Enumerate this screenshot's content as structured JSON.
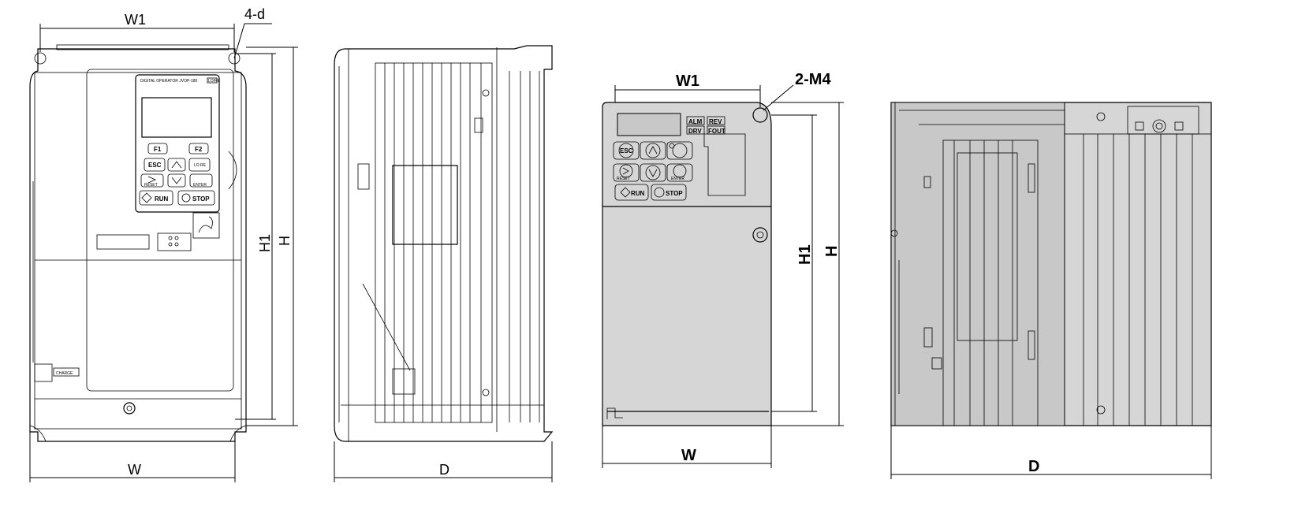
{
  "views": {
    "large_front": {
      "dims": {
        "w1": "W1",
        "holes": "4-d",
        "h1": "H1",
        "h": "H",
        "w": "W"
      },
      "operator": {
        "model_text": "DIGITAL OPERATOR JVOP-180",
        "badge": "LO/RE",
        "keys": {
          "f1": "F1",
          "f2": "F2",
          "esc": "ESC",
          "lo_re": "LO RE",
          "reset": "RESET",
          "enter": "ENTER",
          "run": "RUN",
          "stop": "STOP"
        }
      },
      "charge_label": "CHARGE"
    },
    "large_side": {
      "dims": {
        "d": "D"
      }
    },
    "small_front": {
      "dims": {
        "w1": "W1",
        "holes": "2-M4",
        "h1": "H1",
        "h": "H",
        "w": "W"
      },
      "leds": {
        "alm": "ALM",
        "rev": "REV",
        "drv": "DRV",
        "fout": "FOUT"
      },
      "keys": {
        "esc": "ESC",
        "reset": "RESET",
        "enter": "ENTER",
        "run": "RUN",
        "stop": "STOP"
      }
    },
    "small_side": {
      "dims": {
        "d": "D"
      }
    }
  },
  "colors": {
    "line": "#000000",
    "housing_fill": "#d6d6d6",
    "background": "#ffffff"
  }
}
